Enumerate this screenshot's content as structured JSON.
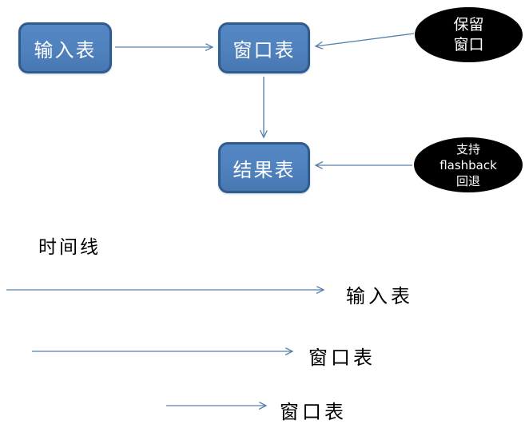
{
  "diagram": {
    "nodes": [
      {
        "id": "input-table",
        "label": "输入表"
      },
      {
        "id": "window-table",
        "label": "窗口表"
      },
      {
        "id": "result-table",
        "label": "结果表"
      }
    ],
    "annotations": [
      {
        "id": "retain-window",
        "lines": [
          "保留",
          "窗口"
        ]
      },
      {
        "id": "flashback-rollback",
        "lines": [
          "支持",
          "flashback",
          "回退"
        ]
      }
    ],
    "edges": [
      {
        "from": "input-table",
        "to": "window-table"
      },
      {
        "from": "window-table",
        "to": "result-table"
      },
      {
        "from": "retain-window",
        "to": "window-table"
      },
      {
        "from": "flashback-rollback",
        "to": "result-table"
      }
    ]
  },
  "timeline": {
    "title": "时间线",
    "rows": [
      {
        "label": "输入表"
      },
      {
        "label": "窗口表"
      },
      {
        "label": "窗口表"
      }
    ]
  },
  "colors": {
    "node_fill": "#4F81BD",
    "node_border": "#2F5B8D",
    "node_text": "#FFFFFF",
    "annotation_fill": "#000000",
    "annotation_text": "#FFFFFF",
    "arrow": "#5580AA",
    "label_text": "#000000",
    "background": "#FFFFFF"
  }
}
